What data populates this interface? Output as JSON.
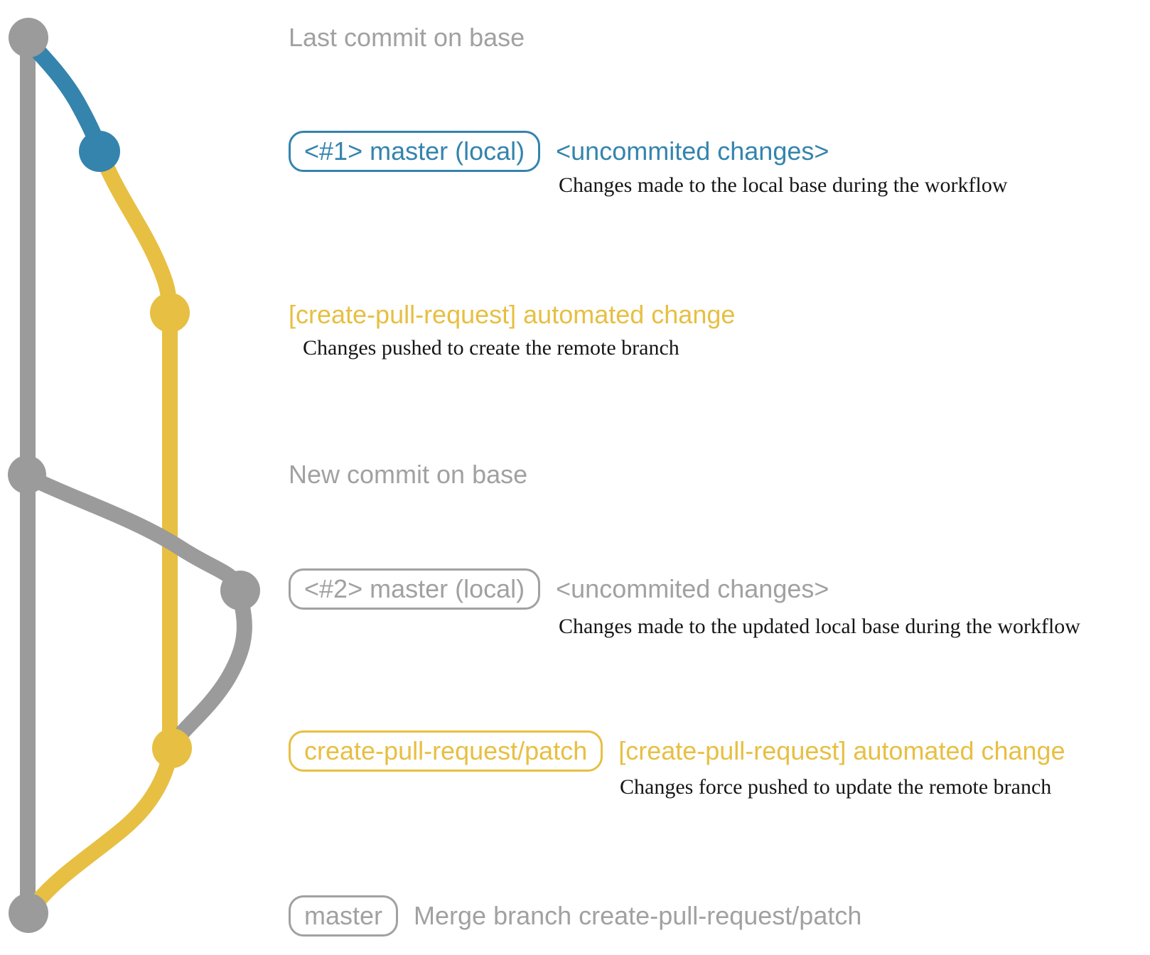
{
  "colors": {
    "graph_gray": "#9b9b9b",
    "text_gray": "#a1a1a1",
    "blue": "#3484ad",
    "yellow": "#e7bf42",
    "ink": "#161616",
    "bg": "#ffffff"
  },
  "rows": {
    "last_commit": {
      "note": "Last commit on base"
    },
    "first_local": {
      "badge": "<#1> master (local)",
      "title": "<uncommited changes>",
      "desc": "Changes made to the local base during the workflow"
    },
    "first_push": {
      "title": "[create-pull-request] automated change",
      "desc": "Changes pushed to create the remote branch"
    },
    "new_commit": {
      "note": "New commit on base"
    },
    "second_local": {
      "badge": "<#2> master (local)",
      "title": "<uncommited changes>",
      "desc": "Changes made to the updated local base during the workflow"
    },
    "force_push": {
      "badge": "create-pull-request/patch",
      "title": "[create-pull-request] automated change",
      "desc": "Changes force pushed to update the remote branch"
    },
    "merge": {
      "badge": "master",
      "title": "Merge branch create-pull-request/patch"
    }
  }
}
